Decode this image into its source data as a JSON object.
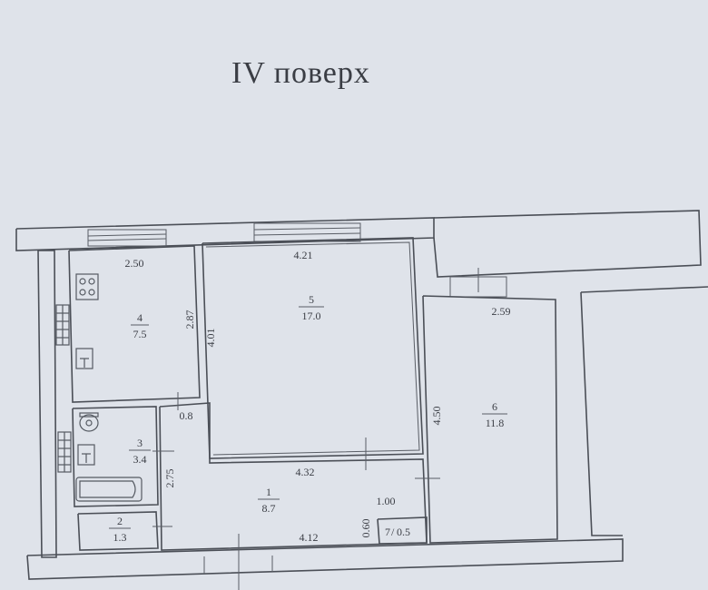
{
  "plan": {
    "title": "IV поверх",
    "rooms": [
      {
        "number": "1",
        "area": "8.7"
      },
      {
        "number": "2",
        "area": "1.3"
      },
      {
        "number": "3",
        "area": "3.4"
      },
      {
        "number": "4",
        "area": "7.5"
      },
      {
        "number": "5",
        "area": "17.0"
      },
      {
        "number": "6",
        "area": "11.8"
      },
      {
        "number": "7",
        "area": "0.5"
      }
    ],
    "dimensions": {
      "kitchen_width": "2.50",
      "kitchen_depth": "2.87",
      "living_width": "4.21",
      "living_depth": "4.01",
      "corridor_width": "4.32",
      "hall_width": "4.12",
      "bath_depth": "2.75",
      "door_gap": "0.8",
      "bedroom_width": "2.59",
      "bedroom_depth": "4.50",
      "closet_width": "1.00",
      "closet_depth": "0.60"
    }
  }
}
